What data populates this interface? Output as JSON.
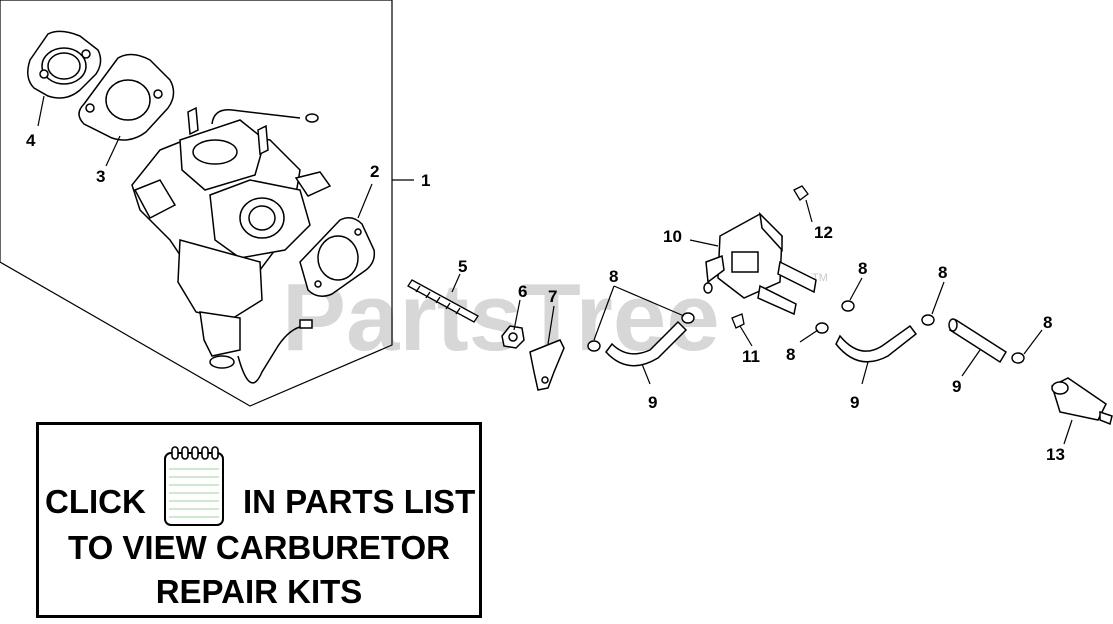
{
  "watermark": {
    "text": "PartsTree",
    "trademark": "TM"
  },
  "callouts": {
    "c1": "1",
    "c2": "2",
    "c3": "3",
    "c4": "4",
    "c5": "5",
    "c6": "6",
    "c7": "7",
    "c8a": "8",
    "c8b": "8",
    "c8c": "8",
    "c8d": "8",
    "c8e": "8",
    "c9a": "9",
    "c9b": "9",
    "c9c": "9",
    "c10": "10",
    "c11": "11",
    "c12": "12",
    "c13": "13"
  },
  "note": {
    "line1_left": "CLICK",
    "line1_right": "IN PARTS LIST",
    "line2": "TO VIEW CARBURETOR",
    "line3": "REPAIR KITS",
    "icon": "notebook-icon"
  },
  "colors": {
    "ink": "#000000",
    "watermark": "#d7d7d7",
    "notebook_lines": "#9fd39f"
  }
}
